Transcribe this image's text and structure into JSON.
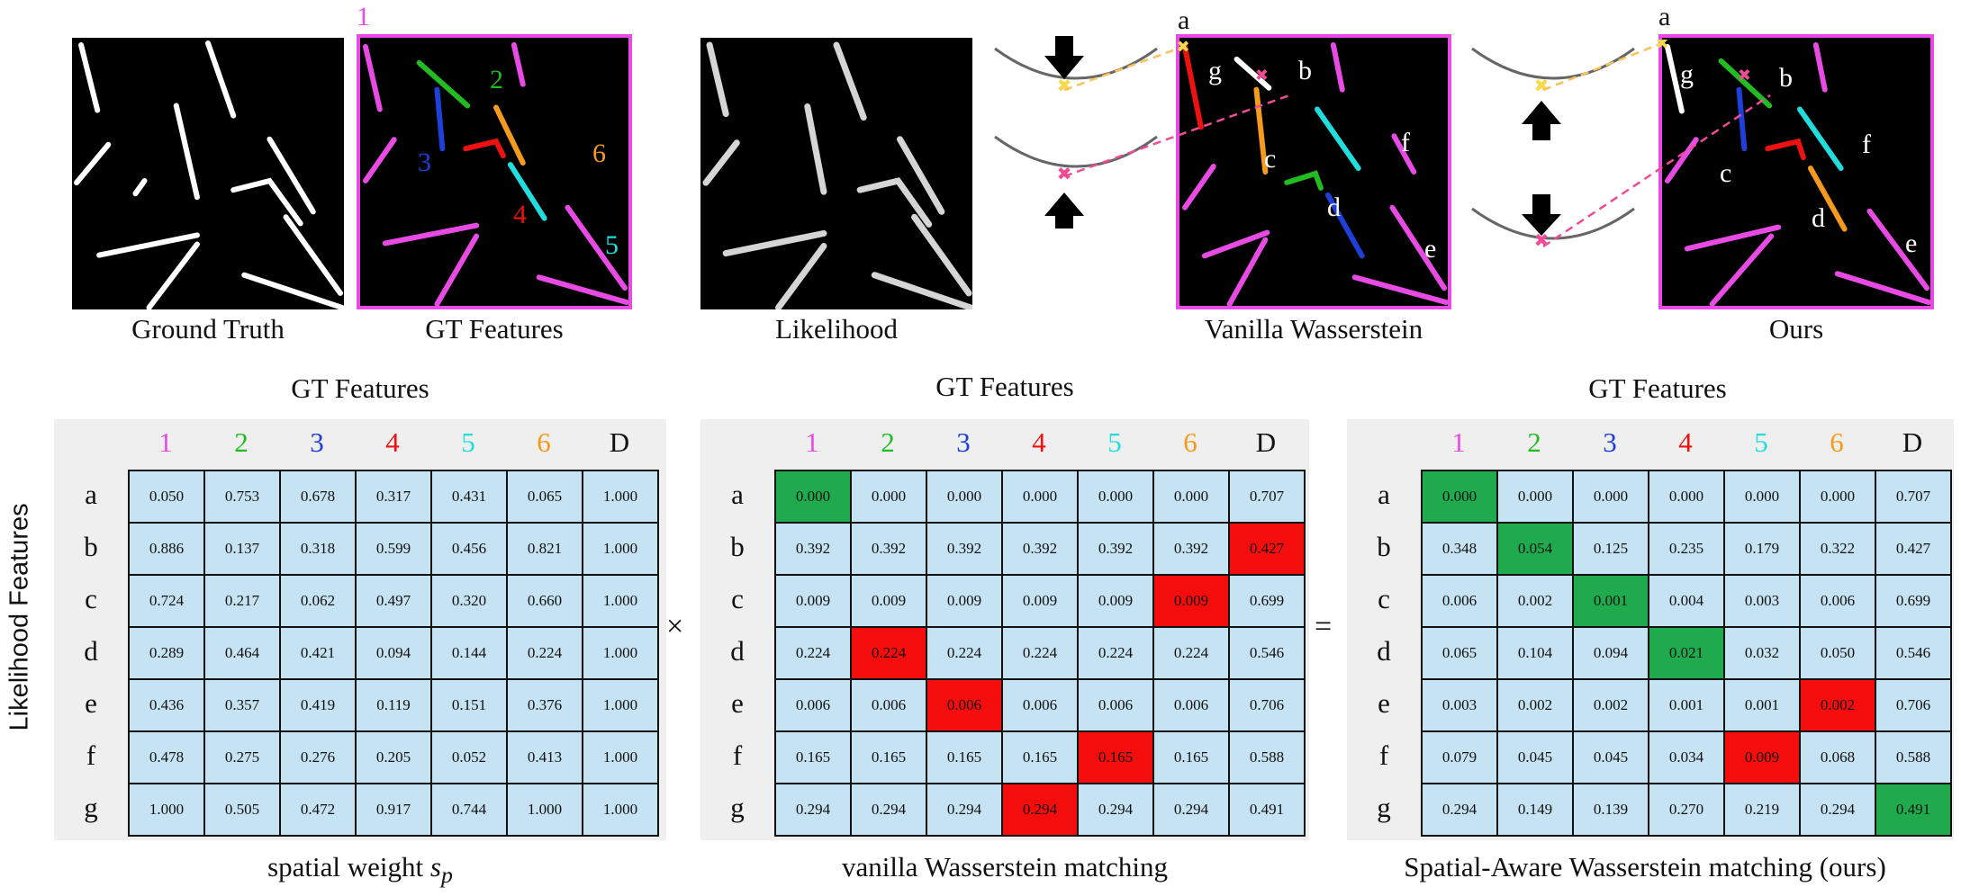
{
  "top": {
    "captions": {
      "ground_truth": "Ground Truth",
      "gt_features": "GT Features",
      "likelihood": "Likelihood",
      "vanilla": "Vanilla Wasserstein",
      "ours": "Ours"
    },
    "gt_feature_labels": [
      "1",
      "2",
      "3",
      "4",
      "5",
      "6"
    ],
    "likelihood_labels": [
      "a",
      "b",
      "c",
      "d",
      "e",
      "f",
      "g"
    ]
  },
  "colors": {
    "1": "#e84be4",
    "2": "#22bb22",
    "3": "#1e3fd8",
    "4": "#ee1111",
    "5": "#22dddd",
    "6": "#f59a1c",
    "gray": "#efefef",
    "cell": "#c5e3f3",
    "green_hl": "#1faa4d",
    "red_hl": "#f40d0d"
  },
  "tables": {
    "col_header_title": "GT Features",
    "row_axis_label": "Likelihood Features",
    "columns": [
      "1",
      "2",
      "3",
      "4",
      "5",
      "6",
      "D"
    ],
    "rows": [
      "a",
      "b",
      "c",
      "d",
      "e",
      "f",
      "g"
    ],
    "multiply": "×",
    "equals": "=",
    "spatial": {
      "caption_text": "spatial weight ",
      "caption_math": "s",
      "caption_sub": "p",
      "values": [
        [
          "0.050",
          "0.753",
          "0.678",
          "0.317",
          "0.431",
          "0.065",
          "1.000"
        ],
        [
          "0.886",
          "0.137",
          "0.318",
          "0.599",
          "0.456",
          "0.821",
          "1.000"
        ],
        [
          "0.724",
          "0.217",
          "0.062",
          "0.497",
          "0.320",
          "0.660",
          "1.000"
        ],
        [
          "0.289",
          "0.464",
          "0.421",
          "0.094",
          "0.144",
          "0.224",
          "1.000"
        ],
        [
          "0.436",
          "0.357",
          "0.419",
          "0.119",
          "0.151",
          "0.376",
          "1.000"
        ],
        [
          "0.478",
          "0.275",
          "0.276",
          "0.205",
          "0.052",
          "0.413",
          "1.000"
        ],
        [
          "1.000",
          "0.505",
          "0.472",
          "0.917",
          "0.744",
          "1.000",
          "1.000"
        ]
      ]
    },
    "vanilla": {
      "caption": "vanilla Wasserstein matching",
      "values": [
        [
          "0.000",
          "0.000",
          "0.000",
          "0.000",
          "0.000",
          "0.000",
          "0.707"
        ],
        [
          "0.392",
          "0.392",
          "0.392",
          "0.392",
          "0.392",
          "0.392",
          "0.427"
        ],
        [
          "0.009",
          "0.009",
          "0.009",
          "0.009",
          "0.009",
          "0.009",
          "0.699"
        ],
        [
          "0.224",
          "0.224",
          "0.224",
          "0.224",
          "0.224",
          "0.224",
          "0.546"
        ],
        [
          "0.006",
          "0.006",
          "0.006",
          "0.006",
          "0.006",
          "0.006",
          "0.706"
        ],
        [
          "0.165",
          "0.165",
          "0.165",
          "0.165",
          "0.165",
          "0.165",
          "0.588"
        ],
        [
          "0.294",
          "0.294",
          "0.294",
          "0.294",
          "0.294",
          "0.294",
          "0.491"
        ]
      ],
      "highlights": [
        [
          0,
          0,
          "green"
        ],
        [
          1,
          6,
          "red"
        ],
        [
          2,
          5,
          "red"
        ],
        [
          3,
          1,
          "red"
        ],
        [
          4,
          2,
          "red"
        ],
        [
          5,
          4,
          "red"
        ],
        [
          6,
          3,
          "red"
        ]
      ]
    },
    "ours": {
      "caption": "Spatial-Aware Wasserstein matching (ours)",
      "values": [
        [
          "0.000",
          "0.000",
          "0.000",
          "0.000",
          "0.000",
          "0.000",
          "0.707"
        ],
        [
          "0.348",
          "0.054",
          "0.125",
          "0.235",
          "0.179",
          "0.322",
          "0.427"
        ],
        [
          "0.006",
          "0.002",
          "0.001",
          "0.004",
          "0.003",
          "0.006",
          "0.699"
        ],
        [
          "0.065",
          "0.104",
          "0.094",
          "0.021",
          "0.032",
          "0.050",
          "0.546"
        ],
        [
          "0.003",
          "0.002",
          "0.002",
          "0.001",
          "0.001",
          "0.002",
          "0.706"
        ],
        [
          "0.079",
          "0.045",
          "0.045",
          "0.034",
          "0.009",
          "0.068",
          "0.588"
        ],
        [
          "0.294",
          "0.149",
          "0.139",
          "0.270",
          "0.219",
          "0.294",
          "0.491"
        ]
      ],
      "highlights": [
        [
          0,
          0,
          "green"
        ],
        [
          1,
          1,
          "green"
        ],
        [
          2,
          2,
          "green"
        ],
        [
          3,
          3,
          "green"
        ],
        [
          4,
          5,
          "red"
        ],
        [
          5,
          4,
          "red"
        ],
        [
          6,
          6,
          "green"
        ]
      ]
    }
  }
}
